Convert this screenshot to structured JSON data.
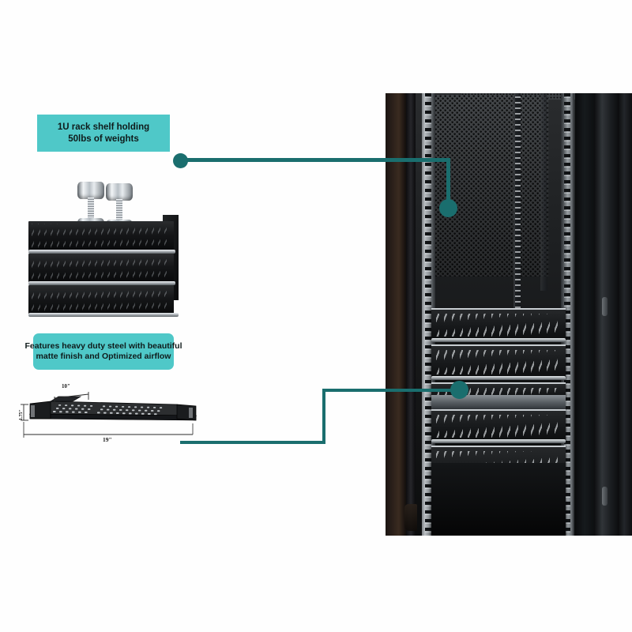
{
  "page": {
    "background_color": "#ffffff",
    "accent_teal": "#4fc8c8",
    "line_teal": "#1a6e6e",
    "product": "1U rack mount vented shelf"
  },
  "callouts": [
    {
      "id": "callout-capacity",
      "line_1": "1U rack shelf holding",
      "line_2": "50lbs of weights",
      "box_color": "#4fc8c8",
      "shape": "rectangle"
    },
    {
      "id": "callout-material",
      "line_1": "Features heavy duty steel with beautiful",
      "line_2": "matte finish and Optimized airflow",
      "box_color": "#4fc8c8",
      "shape": "rounded-rectangle"
    }
  ],
  "leaders": [
    {
      "id": "leader-capacity",
      "dot_position": "upper-rack-shelf",
      "marker_color": "#1a6e6e"
    },
    {
      "id": "leader-material",
      "dot_position": "mid-rack-shelf",
      "marker_color": "#1a6e6e"
    }
  ],
  "shelf_diagram": {
    "depth_label": "10\"",
    "height_label": "1.75\"",
    "width_label": "19\"",
    "description": "1U vented rack shelf side-angle view with rack ears"
  },
  "weights_photo": {
    "description": "Three stacked 1U vented shelves supporting two chrome dumbbells",
    "dumbbell_count": 2
  },
  "rack_photo": {
    "description": "Open server rack cabinet interior with perforated back panel, vertical mounting rails and installed vented shelves",
    "shelf_count": 6
  }
}
